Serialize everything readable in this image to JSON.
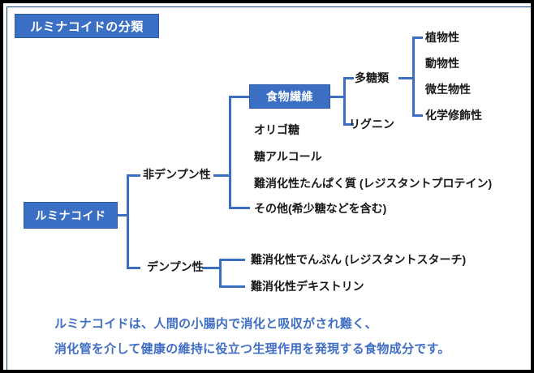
{
  "title": "ルミナコイドの分類",
  "root": {
    "label": "ルミナコイド"
  },
  "level2": {
    "non_starch": "非デンプン性",
    "starch": "デンプン性"
  },
  "non_starch_children": {
    "fiber": "食物繊維",
    "oligosaccharide": "オリゴ糖",
    "sugar_alcohol": "糖アルコール",
    "resistant_protein": "難消化性たんぱく質 (レジスタントプロテイン)",
    "others": "その他(希少糖などを含む)"
  },
  "fiber_children": {
    "polysaccharide": "多糖類",
    "lignin": "リグニン"
  },
  "polysaccharide_children": [
    "植物性",
    "動物性",
    "微生物性",
    "化学修飾性"
  ],
  "starch_children": [
    "難消化性でんぷん (レジスタントスターチ)",
    "難消化性デキストリン"
  ],
  "caption": {
    "line1": "ルミナコイドは、人間の小腸内で消化と吸収がされ難く、",
    "line2": "消化管を介して健康の維持に役立つ生理作用を発現する食物成分です。"
  },
  "colors": {
    "accent": "#3b6fc4",
    "accent_border": "#2f5ba8",
    "caption_text": "#3f6ec4",
    "label_text": "#181818",
    "frame": "#000000",
    "inner_frame": "#1b3f8f",
    "background": "#ffffff"
  }
}
